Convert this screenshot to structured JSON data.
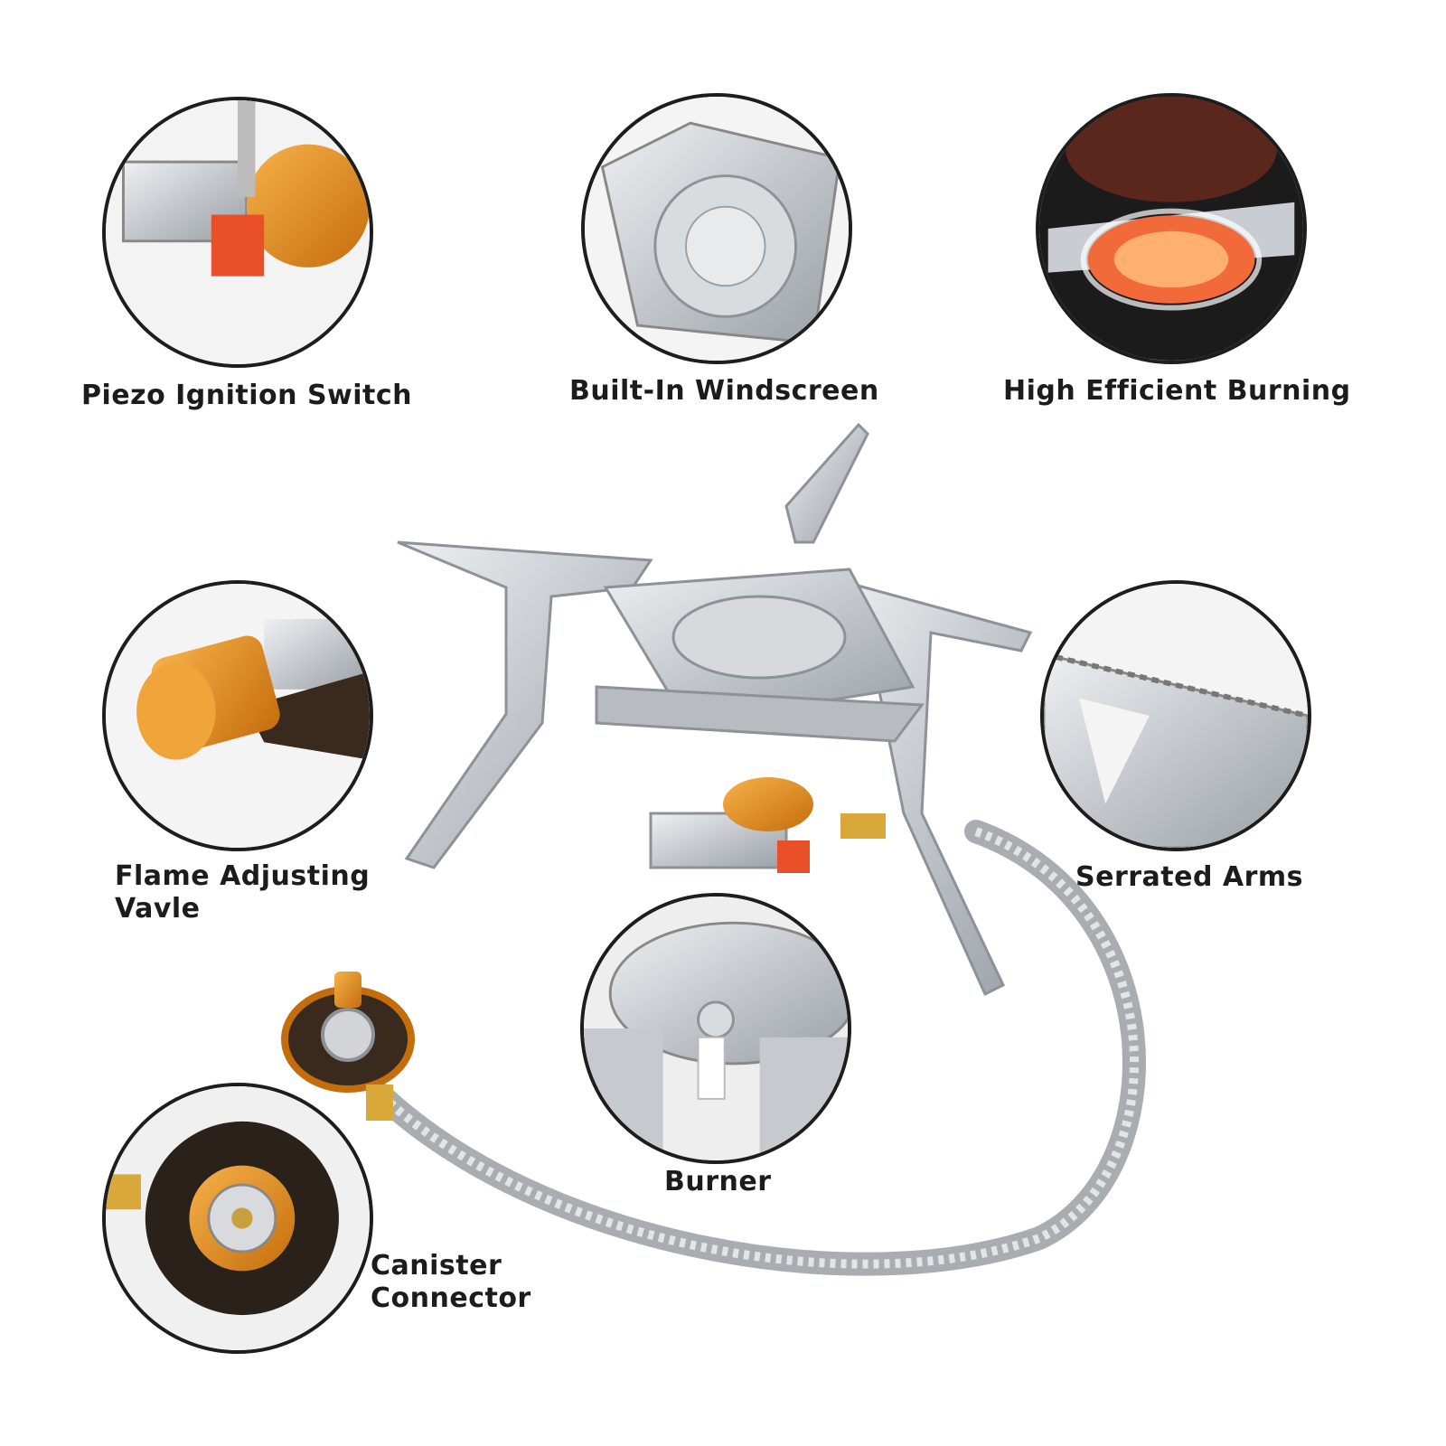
{
  "features": {
    "piezo": {
      "label": "Piezo Ignition Switch"
    },
    "windscreen": {
      "label": "Built-In Windscreen"
    },
    "burning": {
      "label": "High Efficient Burning"
    },
    "valve": {
      "label_line1": "Flame Adjusting",
      "label_line2": "Vavle"
    },
    "arms": {
      "label": "Serrated Arms"
    },
    "burner": {
      "label": "Burner"
    },
    "connector": {
      "label_line1": "Canister",
      "label_line2": "Connector"
    }
  },
  "colors": {
    "outline": "#1d1d1d",
    "steel": "#c9ccd0",
    "orange": "#e8921c",
    "ignition_red": "#e8502a",
    "flame": "#f26a3a"
  }
}
